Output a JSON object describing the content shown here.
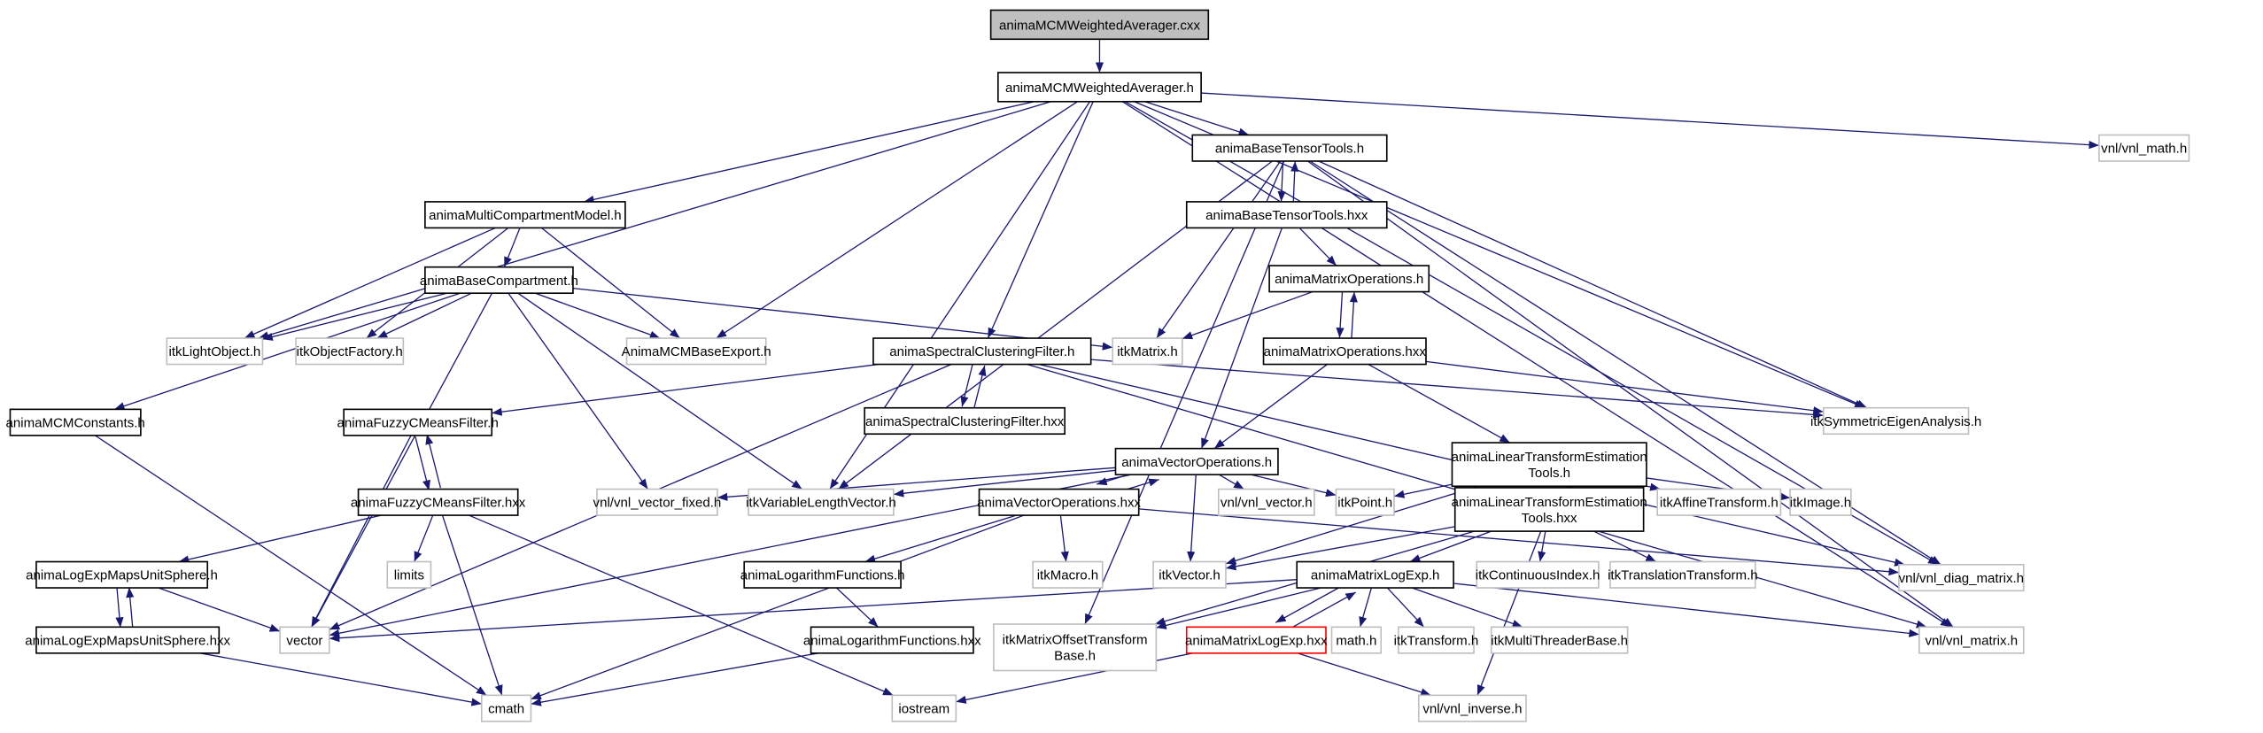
{
  "title": "animaMCMWeightedAverager.cxx",
  "colors": {
    "edge": "#191970",
    "root_fill": "#bfbfbf",
    "external_border": "#bfbfbf",
    "documented_border": "#000000",
    "highlight_border": "#ff0000"
  },
  "nodes": [
    {
      "id": "cxx",
      "label": [
        "animaMCMWeightedAverager.cxx"
      ],
      "kind": "root"
    },
    {
      "id": "wa",
      "label": [
        "animaMCMWeightedAverager.h"
      ],
      "kind": "doc"
    },
    {
      "id": "btt",
      "label": [
        "animaBaseTensorTools.h"
      ],
      "kind": "doc"
    },
    {
      "id": "vmath",
      "label": [
        "vnl/vnl_math.h"
      ],
      "kind": "ext"
    },
    {
      "id": "mcm",
      "label": [
        "animaMultiCompartmentModel.h"
      ],
      "kind": "doc"
    },
    {
      "id": "btthxx",
      "label": [
        "animaBaseTensorTools.hxx"
      ],
      "kind": "doc"
    },
    {
      "id": "bc",
      "label": [
        "animaBaseCompartment.h"
      ],
      "kind": "doc"
    },
    {
      "id": "mo",
      "label": [
        "animaMatrixOperations.h"
      ],
      "kind": "doc"
    },
    {
      "id": "lo",
      "label": [
        "itkLightObject.h"
      ],
      "kind": "ext"
    },
    {
      "id": "of",
      "label": [
        "itkObjectFactory.h"
      ],
      "kind": "ext"
    },
    {
      "id": "exp",
      "label": [
        "AnimaMCMBaseExport.h"
      ],
      "kind": "ext"
    },
    {
      "id": "scf",
      "label": [
        "animaSpectralClusteringFilter.h"
      ],
      "kind": "doc"
    },
    {
      "id": "mat",
      "label": [
        "itkMatrix.h"
      ],
      "kind": "ext"
    },
    {
      "id": "mohxx",
      "label": [
        "animaMatrixOperations.hxx"
      ],
      "kind": "doc"
    },
    {
      "id": "const",
      "label": [
        "animaMCMConstants.h"
      ],
      "kind": "doc"
    },
    {
      "id": "fcm",
      "label": [
        "animaFuzzyCMeansFilter.h"
      ],
      "kind": "doc"
    },
    {
      "id": "schxx",
      "label": [
        "animaSpectralClusteringFilter.hxx"
      ],
      "kind": "doc"
    },
    {
      "id": "vo",
      "label": [
        "animaVectorOperations.h"
      ],
      "kind": "doc"
    },
    {
      "id": "lte",
      "label": [
        "animaLinearTransformEstimation",
        "Tools.h"
      ],
      "kind": "doc"
    },
    {
      "id": "sea",
      "label": [
        "itkSymmetricEigenAnalysis.h"
      ],
      "kind": "ext"
    },
    {
      "id": "fcmhxx",
      "label": [
        "animaFuzzyCMeansFilter.hxx"
      ],
      "kind": "doc"
    },
    {
      "id": "vvf",
      "label": [
        "vnl/vnl_vector_fixed.h"
      ],
      "kind": "ext"
    },
    {
      "id": "vlv",
      "label": [
        "itkVariableLengthVector.h"
      ],
      "kind": "ext"
    },
    {
      "id": "vohxx",
      "label": [
        "animaVectorOperations.hxx"
      ],
      "kind": "doc"
    },
    {
      "id": "vnlvec",
      "label": [
        "vnl/vnl_vector.h"
      ],
      "kind": "ext"
    },
    {
      "id": "pt",
      "label": [
        "itkPoint.h"
      ],
      "kind": "ext"
    },
    {
      "id": "ltehxx",
      "label": [
        "animaLinearTransformEstimation",
        "Tools.hxx"
      ],
      "kind": "doc"
    },
    {
      "id": "aff",
      "label": [
        "itkAffineTransform.h"
      ],
      "kind": "ext"
    },
    {
      "id": "img",
      "label": [
        "itkImage.h"
      ],
      "kind": "ext"
    },
    {
      "id": "lems",
      "label": [
        "animaLogExpMapsUnitSphere.h"
      ],
      "kind": "doc"
    },
    {
      "id": "lim",
      "label": [
        "limits"
      ],
      "kind": "ext"
    },
    {
      "id": "lf",
      "label": [
        "animaLogarithmFunctions.h"
      ],
      "kind": "doc"
    },
    {
      "id": "mac",
      "label": [
        "itkMacro.h"
      ],
      "kind": "ext"
    },
    {
      "id": "vec",
      "label": [
        "itkVector.h"
      ],
      "kind": "ext"
    },
    {
      "id": "mle",
      "label": [
        "animaMatrixLogExp.h"
      ],
      "kind": "doc"
    },
    {
      "id": "ci",
      "label": [
        "itkContinuousIndex.h"
      ],
      "kind": "ext"
    },
    {
      "id": "tt",
      "label": [
        "itkTranslationTransform.h"
      ],
      "kind": "ext"
    },
    {
      "id": "diag",
      "label": [
        "vnl/vnl_diag_matrix.h"
      ],
      "kind": "ext"
    },
    {
      "id": "lemshxx",
      "label": [
        "animaLogExpMapsUnitSphere.hxx"
      ],
      "kind": "doc"
    },
    {
      "id": "vector",
      "label": [
        "vector"
      ],
      "kind": "ext"
    },
    {
      "id": "lfhxx",
      "label": [
        "animaLogarithmFunctions.hxx"
      ],
      "kind": "doc"
    },
    {
      "id": "motb",
      "label": [
        "itkMatrixOffsetTransform",
        "Base.h"
      ],
      "kind": "ext"
    },
    {
      "id": "mlehxx",
      "label": [
        "animaMatrixLogExp.hxx"
      ],
      "kind": "red"
    },
    {
      "id": "math",
      "label": [
        "math.h"
      ],
      "kind": "ext"
    },
    {
      "id": "tr",
      "label": [
        "itkTransform.h"
      ],
      "kind": "ext"
    },
    {
      "id": "mtb",
      "label": [
        "itkMultiThreaderBase.h"
      ],
      "kind": "ext"
    },
    {
      "id": "vmat",
      "label": [
        "vnl/vnl_matrix.h"
      ],
      "kind": "ext"
    },
    {
      "id": "cmath",
      "label": [
        "cmath"
      ],
      "kind": "ext"
    },
    {
      "id": "ios",
      "label": [
        "iostream"
      ],
      "kind": "ext"
    },
    {
      "id": "inv",
      "label": [
        "vnl/vnl_inverse.h"
      ],
      "kind": "ext"
    }
  ],
  "edges": [
    [
      "cxx",
      "wa"
    ],
    [
      "wa",
      "btt"
    ],
    [
      "wa",
      "mcm"
    ],
    [
      "wa",
      "lo"
    ],
    [
      "wa",
      "exp"
    ],
    [
      "wa",
      "vlv"
    ],
    [
      "wa",
      "scf"
    ],
    [
      "wa",
      "sea"
    ],
    [
      "wa",
      "diag"
    ],
    [
      "wa",
      "vmat"
    ],
    [
      "wa",
      "vmath"
    ],
    [
      "mcm",
      "bc"
    ],
    [
      "mcm",
      "lo"
    ],
    [
      "mcm",
      "of"
    ],
    [
      "mcm",
      "exp"
    ],
    [
      "bc",
      "lo"
    ],
    [
      "bc",
      "of"
    ],
    [
      "bc",
      "exp"
    ],
    [
      "bc",
      "mat"
    ],
    [
      "bc",
      "const"
    ],
    [
      "bc",
      "vector"
    ],
    [
      "bc",
      "vvf"
    ],
    [
      "bc",
      "vlv"
    ],
    [
      "btt",
      "btthxx"
    ],
    [
      "btt",
      "mat"
    ],
    [
      "btt",
      "vlv"
    ],
    [
      "btt",
      "motb"
    ],
    [
      "btt",
      "sea"
    ],
    [
      "btt",
      "diag"
    ],
    [
      "btt",
      "vmat"
    ],
    [
      "btthxx",
      "btt"
    ],
    [
      "btthxx",
      "mo"
    ],
    [
      "btthxx",
      "vo"
    ],
    [
      "mo",
      "mohxx"
    ],
    [
      "mo",
      "mat"
    ],
    [
      "mohxx",
      "mo"
    ],
    [
      "mohxx",
      "vo"
    ],
    [
      "mohxx",
      "lte"
    ],
    [
      "mohxx",
      "sea"
    ],
    [
      "scf",
      "schxx"
    ],
    [
      "scf",
      "fcm"
    ],
    [
      "scf",
      "vector"
    ],
    [
      "scf",
      "sea"
    ],
    [
      "scf",
      "diag"
    ],
    [
      "scf",
      "vmat"
    ],
    [
      "schxx",
      "scf"
    ],
    [
      "fcm",
      "fcmhxx"
    ],
    [
      "fcm",
      "vector"
    ],
    [
      "fcmhxx",
      "fcm"
    ],
    [
      "fcmhxx",
      "lems"
    ],
    [
      "fcmhxx",
      "lim"
    ],
    [
      "fcmhxx",
      "cmath"
    ],
    [
      "fcmhxx",
      "ios"
    ],
    [
      "const",
      "cmath"
    ],
    [
      "lems",
      "lemshxx"
    ],
    [
      "lems",
      "vector"
    ],
    [
      "lemshxx",
      "lems"
    ],
    [
      "lemshxx",
      "cmath"
    ],
    [
      "vo",
      "vohxx"
    ],
    [
      "vo",
      "vvf"
    ],
    [
      "vo",
      "vlv"
    ],
    [
      "vo",
      "vnlvec"
    ],
    [
      "vo",
      "pt"
    ],
    [
      "vo",
      "vec"
    ],
    [
      "vo",
      "vector"
    ],
    [
      "vohxx",
      "vo"
    ],
    [
      "vohxx",
      "lf"
    ],
    [
      "vohxx",
      "mac"
    ],
    [
      "vohxx",
      "cmath"
    ],
    [
      "vohxx",
      "diag"
    ],
    [
      "lf",
      "lfhxx"
    ],
    [
      "lfhxx",
      "cmath"
    ],
    [
      "lte",
      "ltehxx"
    ],
    [
      "lte",
      "pt"
    ],
    [
      "lte",
      "aff"
    ],
    [
      "lte",
      "img"
    ],
    [
      "lte",
      "vec"
    ],
    [
      "ltehxx",
      "lte"
    ],
    [
      "ltehxx",
      "vec"
    ],
    [
      "ltehxx",
      "mle"
    ],
    [
      "ltehxx",
      "ci"
    ],
    [
      "ltehxx",
      "tt"
    ],
    [
      "ltehxx",
      "motb"
    ],
    [
      "ltehxx",
      "inv"
    ],
    [
      "mle",
      "mlehxx"
    ],
    [
      "mle",
      "vector"
    ],
    [
      "mle",
      "motb"
    ],
    [
      "mle",
      "math"
    ],
    [
      "mle",
      "tr"
    ],
    [
      "mle",
      "mtb"
    ],
    [
      "mle",
      "vmat"
    ],
    [
      "mlehxx",
      "mle"
    ],
    [
      "mlehxx",
      "ios"
    ],
    [
      "mlehxx",
      "inv"
    ]
  ]
}
